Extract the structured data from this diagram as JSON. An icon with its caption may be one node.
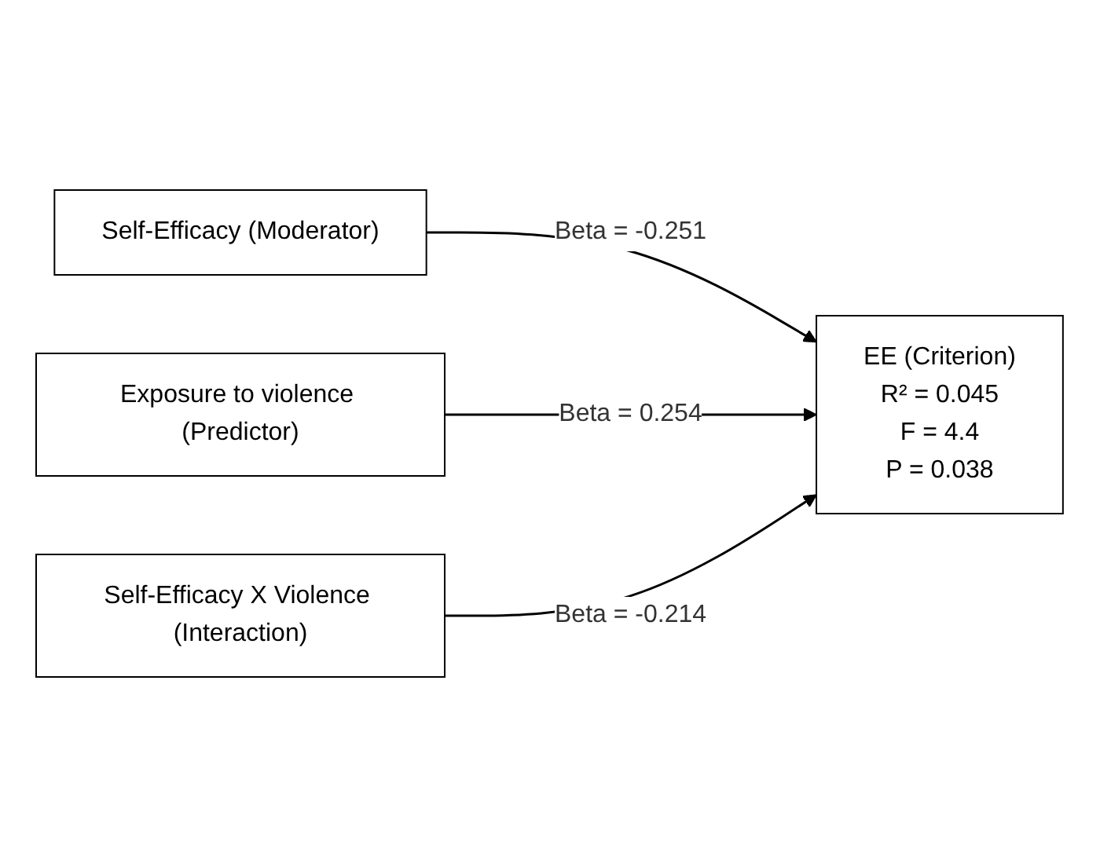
{
  "diagram": {
    "nodes": [
      {
        "text": [
          "Self-Efficacy (Moderator)"
        ]
      },
      {
        "text": [
          "Exposure to violence (Predictor)"
        ]
      },
      {
        "text": [
          "Self-Efficacy X Violence (Interaction)"
        ]
      },
      {
        "text": [
          "EE (Criterion)",
          "R² = 0.045",
          "F = 4.4",
          "P = 0.038"
        ]
      }
    ],
    "edges": [
      {
        "from": 0,
        "to": 3,
        "arrow": "to",
        "label": "Beta = -0.251"
      },
      {
        "from": 1,
        "to": 3,
        "arrow": "to",
        "label": "Beta = 0.254"
      },
      {
        "from": 2,
        "to": 3,
        "arrow": "to",
        "label": "Beta = -0.214"
      }
    ]
  }
}
